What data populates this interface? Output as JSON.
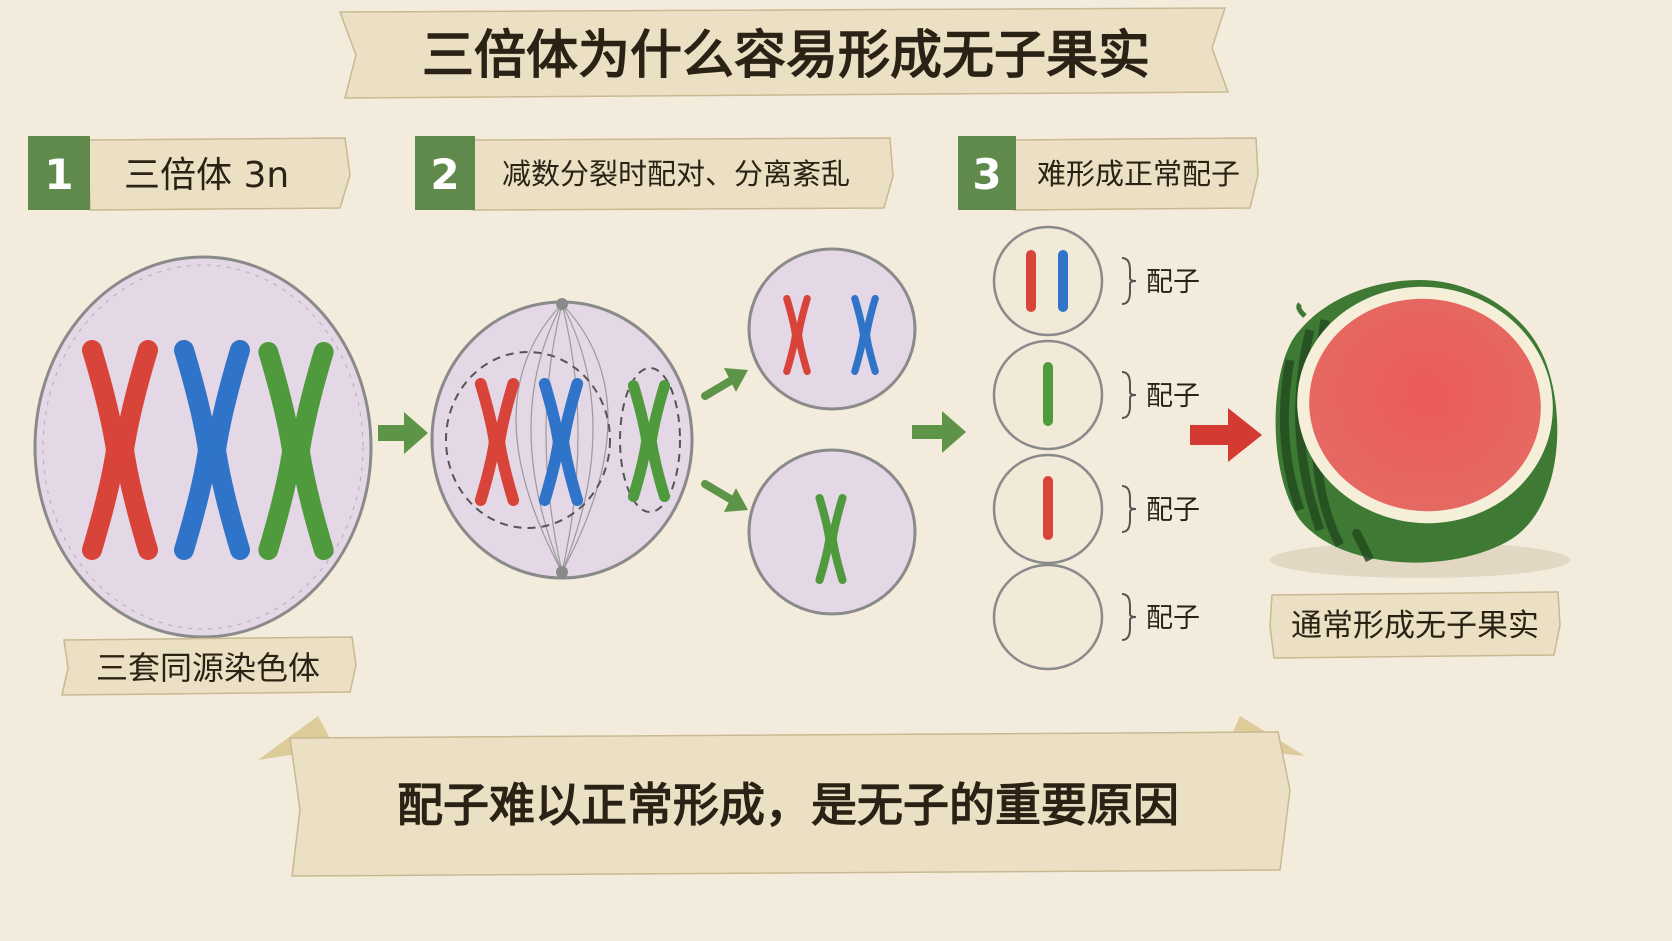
{
  "title": "三倍体为什么容易形成无子果实",
  "steps": [
    {
      "num": "1",
      "label": "三倍体 3n"
    },
    {
      "num": "2",
      "label": "减数分裂时配对、分离紊乱"
    },
    {
      "num": "3",
      "label": "难形成正常配子"
    }
  ],
  "cell_caption": "三套同源染色体",
  "gamete_label": "配子",
  "fruit_caption": "通常形成无子果实",
  "conclusion": "配子难以正常形成，是无子的重要原因",
  "colors": {
    "background": "#f3ecdc",
    "paper": "#ece0c4",
    "step_badge": "#5f8a4c",
    "chromosome_red": "#d9443a",
    "chromosome_blue": "#2f74c9",
    "chromosome_green": "#4f9a3c",
    "arrow_green": "#5e9448",
    "arrow_red": "#d23a32",
    "cell_fill": "#e4d8e6",
    "gamete_fill": "#f1ead9"
  },
  "icons": [
    "x-chromosome-icon",
    "rod-chromosome-icon",
    "arrow-right-icon",
    "brace-icon",
    "watermelon-half-icon",
    "spindle-pole-icon"
  ]
}
